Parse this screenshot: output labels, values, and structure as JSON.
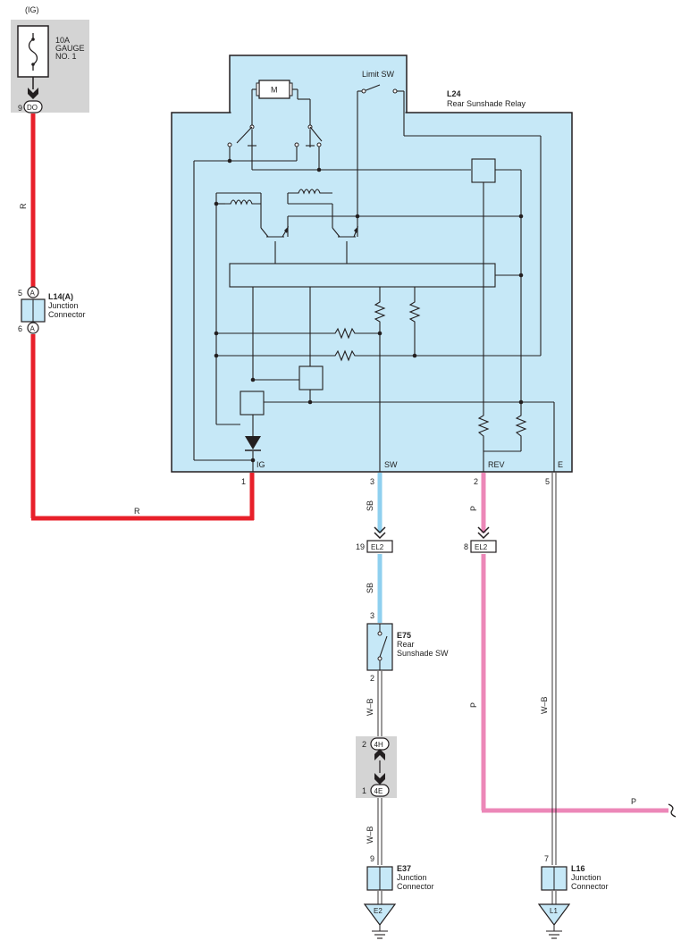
{
  "fuse": {
    "supply": "(IG)",
    "amp": "10A",
    "name_line1": "GAUGE",
    "name_line2": "NO. 1",
    "pin": "9",
    "connector": "DO"
  },
  "relay": {
    "id": "L24",
    "name": "Rear Sunshade Relay",
    "motor_symbol": "M",
    "limit_sw": "Limit SW",
    "terminals": {
      "ig": "IG",
      "sw": "SW",
      "rev": "REV",
      "e": "E",
      "ig_pin": "1",
      "sw_pin": "3",
      "rev_pin": "2",
      "e_pin": "5"
    }
  },
  "junction_l14": {
    "id": "L14(A)",
    "name_line1": "Junction",
    "name_line2": "Connector",
    "pin_top": "5",
    "pin_bottom": "6",
    "symbol": "A"
  },
  "connectors": {
    "el2_sb": {
      "pin": "19",
      "label": "EL2"
    },
    "el2_p": {
      "pin": "8",
      "label": "EL2"
    },
    "c4h": {
      "pin": "2",
      "label": "4H"
    },
    "c4e": {
      "pin": "1",
      "label": "4E"
    }
  },
  "switch_e75": {
    "id": "E75",
    "name_line1": "Rear",
    "name_line2": "Sunshade SW",
    "pin_top": "3",
    "pin_bottom": "2"
  },
  "junction_e37": {
    "id": "E37",
    "name_line1": "Junction",
    "name_line2": "Connector",
    "pin": "9",
    "ground": "E2"
  },
  "junction_l16": {
    "id": "L16",
    "name_line1": "Junction",
    "name_line2": "Connector",
    "pin": "7",
    "ground": "L1"
  },
  "wires": {
    "r_vertical": "R",
    "r_horizontal": "R",
    "sb_upper": "SB",
    "sb_lower": "SB",
    "wb_left_upper": "W–B",
    "wb_left_lower": "W–B",
    "wb_right": "W–B",
    "p_upper": "P",
    "p_lower": "P",
    "p_horizontal": "P"
  },
  "colors": {
    "wire_red": "#e8202a",
    "wire_sky_blue": "#8fd0ef",
    "wire_pink": "#ec87b8",
    "component_fill": "#c6e8f7",
    "shade_gray": "#d4d4d4",
    "line": "#231f20"
  }
}
